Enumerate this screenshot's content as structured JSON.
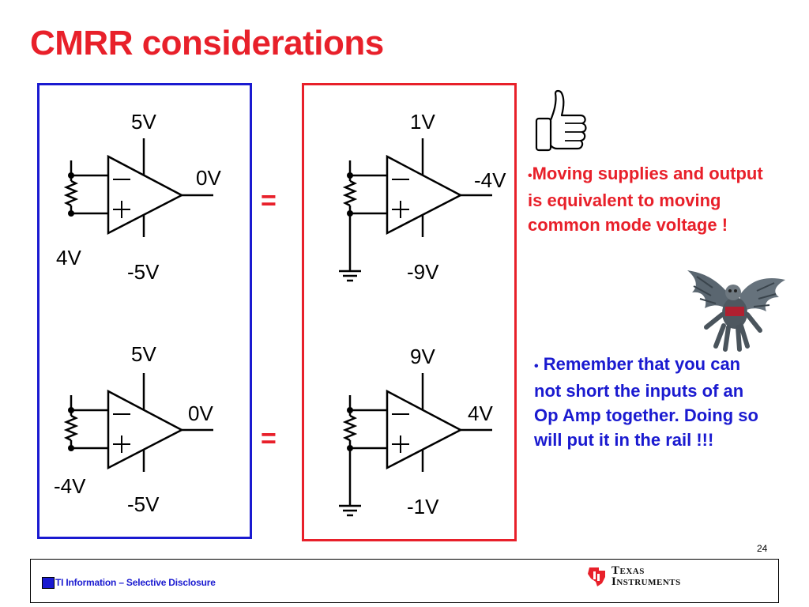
{
  "slide": {
    "title": "CMRR considerations",
    "page_number": "24",
    "footer_text": "TI Information – Selective Disclosure",
    "logo_line1": "Texas",
    "logo_line2": "Instruments"
  },
  "top_left": {
    "supply_pos": "5V",
    "output": "0V",
    "input": "4V",
    "supply_neg": "-5V"
  },
  "top_right": {
    "supply_pos": "1V",
    "output": "-4V",
    "supply_neg": "-9V"
  },
  "bottom_left": {
    "supply_pos": "5V",
    "output": "0V",
    "input": "-4V",
    "supply_neg": "-5V"
  },
  "bottom_right": {
    "supply_pos": "9V",
    "output": "4V",
    "supply_neg": "-1V"
  },
  "equals": "=",
  "notes": {
    "moving_bullet": "•",
    "moving": "Moving supplies and output is equivalent to moving common mode voltage !",
    "remember_bullet": "•",
    "remember": " Remember that you can not short the inputs of an Op Amp together. Doing so will put it in the rail !!!"
  },
  "colors": {
    "title": "#e8202a",
    "blue_panel": "#1a1ad0",
    "red_panel": "#e8202a"
  },
  "icons": [
    "thumbs-up-icon",
    "flying-monkey-image",
    "ti-logo-icon"
  ]
}
